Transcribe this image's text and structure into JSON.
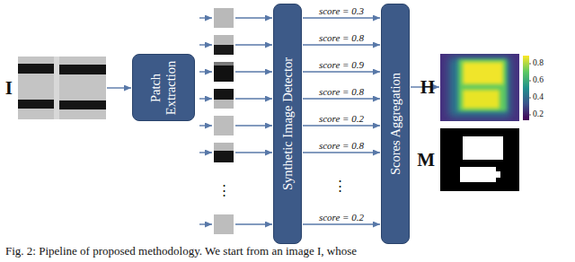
{
  "diagram": {
    "caption": "Fig. 2: Pipeline of proposed methodology. We start from an image I, whose",
    "nodes": [
      {
        "text": [
          "I"
        ]
      },
      {
        "text": [
          "Patch Extraction"
        ]
      },
      {
        "text": [
          "Synthetic Image Detector"
        ]
      },
      {
        "text": [
          "Scores Aggregation"
        ]
      },
      {
        "text": [
          "H"
        ]
      },
      {
        "text": [
          "M"
        ]
      }
    ],
    "edges": [
      {
        "from": 0,
        "to": 1,
        "arrow": "to"
      },
      {
        "from": 2,
        "to": 3,
        "label": "score = 0.3",
        "arrow": "to"
      },
      {
        "from": 2,
        "to": 3,
        "label": "score = 0.8",
        "arrow": "to"
      },
      {
        "from": 2,
        "to": 3,
        "label": "score = 0.9",
        "arrow": "to"
      },
      {
        "from": 2,
        "to": 3,
        "label": "score = 0.8",
        "arrow": "to"
      },
      {
        "from": 2,
        "to": 3,
        "label": "score = 0.2",
        "arrow": "to"
      },
      {
        "from": 2,
        "to": 3,
        "label": "score = 0.8",
        "arrow": "to"
      },
      {
        "from": 2,
        "to": 3,
        "label": "score = 0.2",
        "arrow": "to"
      },
      {
        "from": 3,
        "to": 4,
        "arrow": "to"
      }
    ],
    "labels": [
      "⋮",
      "⋮",
      "0.8",
      "0.6",
      "0.4",
      "0.2"
    ]
  }
}
